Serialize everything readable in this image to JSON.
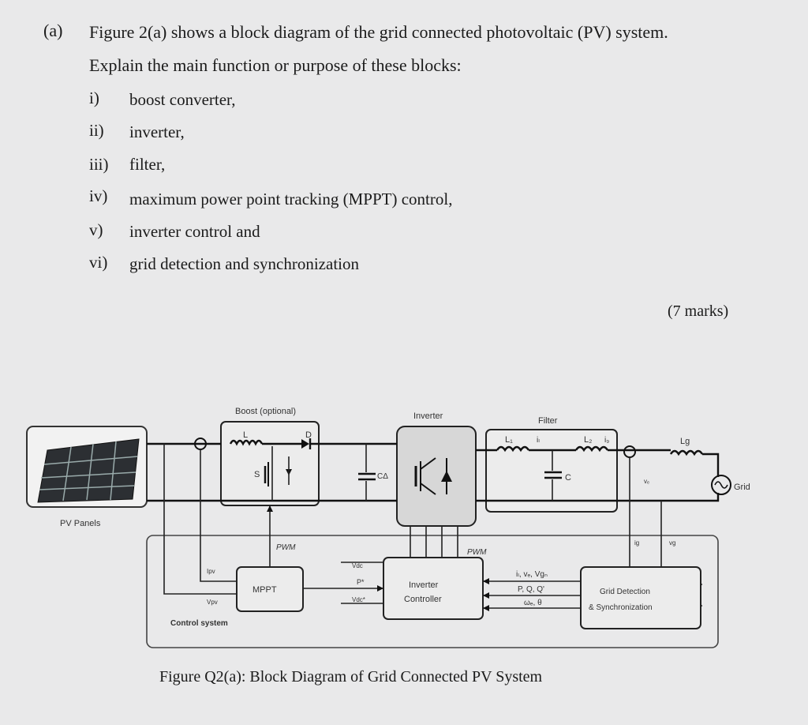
{
  "question": {
    "part": "(a)",
    "line1": "Figure 2(a) shows a block diagram of the grid connected photovoltaic (PV) system.",
    "line2": "Explain the main function or purpose of these blocks:",
    "items": [
      {
        "num": "i)",
        "text": "boost converter,"
      },
      {
        "num": "ii)",
        "text": "inverter,"
      },
      {
        "num": "iii)",
        "text": "filter,"
      },
      {
        "num": "iv)",
        "text": "maximum power point tracking (MPPT) control,"
      },
      {
        "num": "v)",
        "text": "inverter control and"
      },
      {
        "num": "vi)",
        "text": "grid detection and synchronization"
      }
    ],
    "marks": "(7 marks)"
  },
  "diagram": {
    "boost_label": "Boost (optional)",
    "inverter_label": "Inverter",
    "filter_label": "Filter",
    "pv_panels": "PV Panels",
    "grid": "Grid",
    "L": "L",
    "D": "D",
    "S": "S",
    "Cdc": "CΔ",
    "L1": "L₁",
    "L2": "L₂",
    "Lg": "Lg",
    "iL": "iₗ",
    "ig": "i₉",
    "C": "C",
    "pwm1": "PWM",
    "pwm2": "PWM",
    "mppt": "MPPT",
    "inverter_ctrl_1": "Inverter",
    "inverter_ctrl_2": "Controller",
    "pq": "P, Q, Q'",
    "ivv": "iₗ, vₑ, Vgₙ",
    "omega": "ωₑ, θ",
    "grid_det_1": "Grid Detection",
    "grid_det_2": "& Synchronization",
    "control_system": "Control system",
    "ipv": "Ipv",
    "vpv": "Vpv",
    "vdc": "Vdc",
    "pstar": "P*",
    "vdcstar": "Vdc*",
    "vc": "vₑ",
    "vg": "vg",
    "ig_lbl": "ig"
  },
  "caption": "Figure Q2(a): Block Diagram of Grid Connected PV System"
}
